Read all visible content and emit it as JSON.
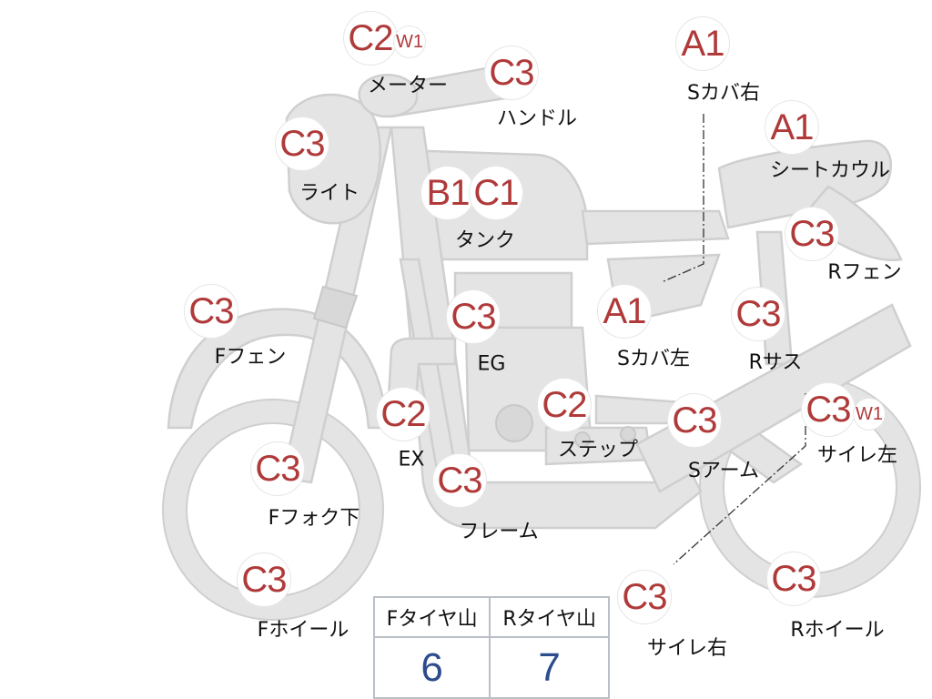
{
  "parts": [
    {
      "id": "meter",
      "grade": "C2",
      "extra": "W1",
      "label": "メーター"
    },
    {
      "id": "handle",
      "grade": "C3",
      "label": "ハンドル"
    },
    {
      "id": "light",
      "grade": "C3",
      "label": "ライト"
    },
    {
      "id": "tank",
      "grade": "B1",
      "grade2": "C1",
      "label": "タンク"
    },
    {
      "id": "side-cover-r",
      "grade": "A1",
      "label": "Sカバ右"
    },
    {
      "id": "seat-cowl",
      "grade": "A1",
      "label": "シートカウル"
    },
    {
      "id": "rear-fender",
      "grade": "C3",
      "label": "Rフェン"
    },
    {
      "id": "front-fender",
      "grade": "C3",
      "label": "Fフェン"
    },
    {
      "id": "engine",
      "grade": "C3",
      "label": "EG"
    },
    {
      "id": "side-cover-l",
      "grade": "A1",
      "label": "Sカバ左"
    },
    {
      "id": "rear-sus",
      "grade": "C3",
      "label": "Rサス"
    },
    {
      "id": "exhaust",
      "grade": "C2",
      "label": "EX"
    },
    {
      "id": "step",
      "grade": "C2",
      "label": "ステップ"
    },
    {
      "id": "swing-arm",
      "grade": "C3",
      "label": "Sアーム"
    },
    {
      "id": "muffler-l",
      "grade": "C3",
      "extra": "W1",
      "label": "サイレ左"
    },
    {
      "id": "front-fork",
      "grade": "C3",
      "label": "Fフォク下"
    },
    {
      "id": "frame",
      "grade": "C3",
      "label": "フレーム"
    },
    {
      "id": "front-wheel",
      "grade": "C3",
      "label": "Fホイール"
    },
    {
      "id": "muffler-r",
      "grade": "C3",
      "label": "サイレ右"
    },
    {
      "id": "rear-wheel",
      "grade": "C3",
      "label": "Rホイール"
    }
  ],
  "tread": {
    "front_label": "Fタイヤ山",
    "rear_label": "Rタイヤ山",
    "front_value": "6",
    "rear_value": "7"
  }
}
